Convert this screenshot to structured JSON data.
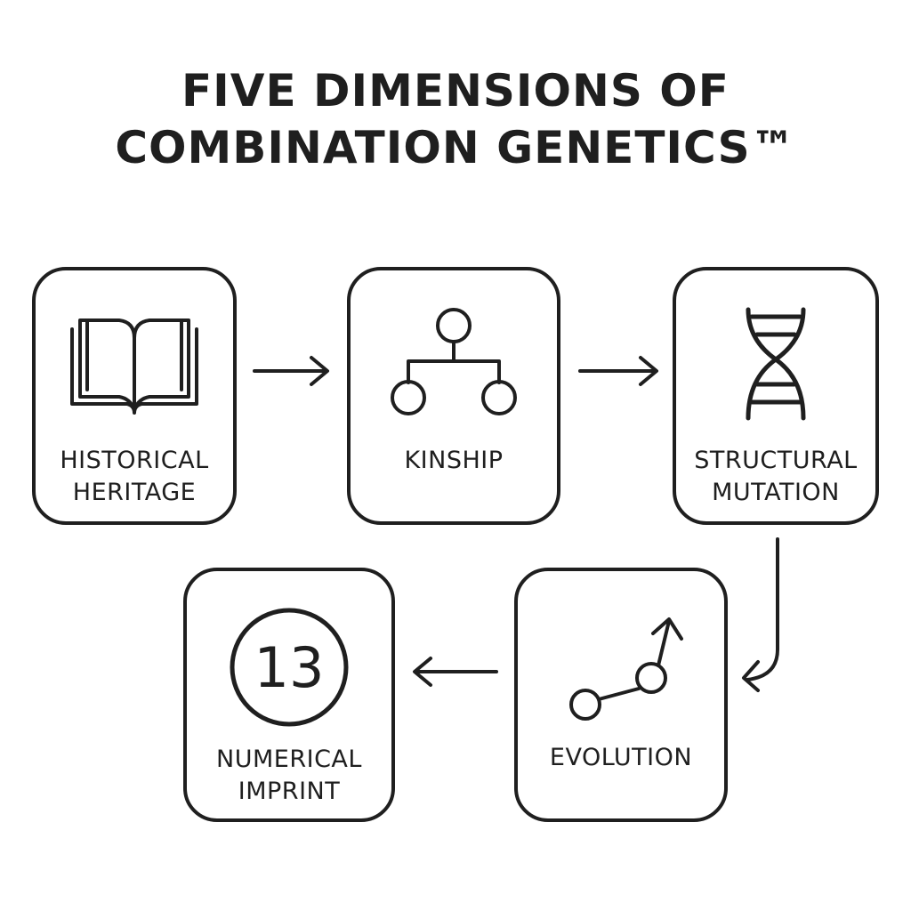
{
  "title": {
    "line1": "FIVE DIMENSIONS OF",
    "line2": "COMBINATION GENETICS™"
  },
  "cards": [
    {
      "label_line1": "HISTORICAL",
      "label_line2": "HERITAGE",
      "icon": "open-book-icon"
    },
    {
      "label_line1": "KINSHIP",
      "label_line2": "",
      "icon": "family-tree-icon"
    },
    {
      "label_line1": "STRUCTURAL",
      "label_line2": "MUTATION",
      "icon": "dna-icon"
    },
    {
      "label_line1": "EVOLUTION",
      "label_line2": "",
      "icon": "growth-arrow-icon"
    },
    {
      "label_line1": "NUMERICAL",
      "label_line2": "IMPRINT",
      "icon": "number-circle-icon",
      "icon_text": "13"
    }
  ],
  "colors": {
    "stroke": "#1f1f1f",
    "background": "#ffffff"
  }
}
